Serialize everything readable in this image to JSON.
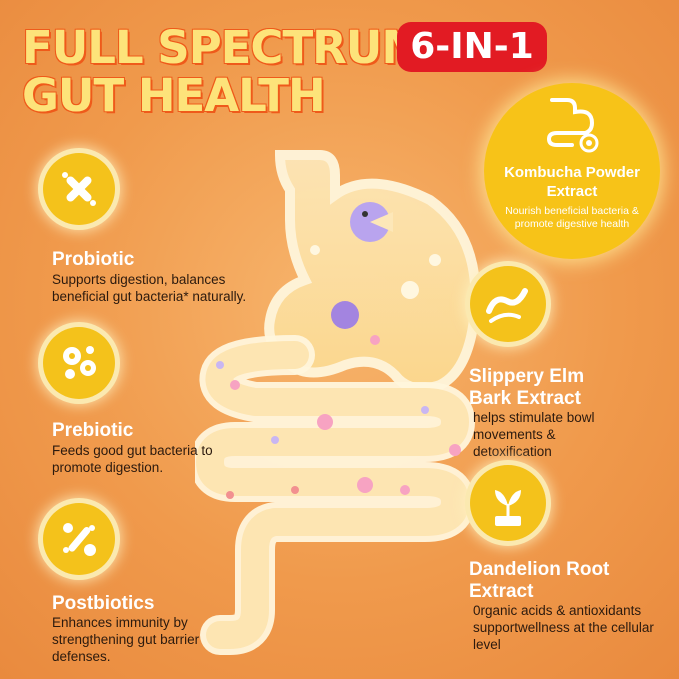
{
  "headline": {
    "line1": "FULL SPECTRUM",
    "line2": "GUT HEALTH"
  },
  "badge": "6-IN-1",
  "kombucha": {
    "title": "Kombucha Powder Extract",
    "desc": "Nourish beneficial bacteria & promote digestive health"
  },
  "probiotic": {
    "title": "Probiotic",
    "desc": "Supports digestion, balances beneficial gut bacteria* naturally."
  },
  "prebiotic": {
    "title": "Prebiotic",
    "desc": "Feeds good gut bacteria to promote digestion."
  },
  "postbiotics": {
    "title": "Postbiotics",
    "desc": "Enhances immunity by strengthening gut barrier defenses."
  },
  "slippery_elm": {
    "title": "Slippery Elm Bark Extract",
    "desc": "helps stimulate bowl movements & detoxification"
  },
  "dandelion": {
    "title": "Dandelion Root Extract",
    "desc": "0rganic acids & antioxidants supportwellness at the cellular level"
  },
  "colors": {
    "background": "#f09a4c",
    "accent": "#f4c21b",
    "badge": "#e21b23",
    "headline": "#fde37a"
  },
  "icons": [
    "bacteria-icon",
    "microbe-icon",
    "probiotic-strain-icon",
    "intestine-icon",
    "elm-bark-icon",
    "dandelion-plant-icon"
  ]
}
